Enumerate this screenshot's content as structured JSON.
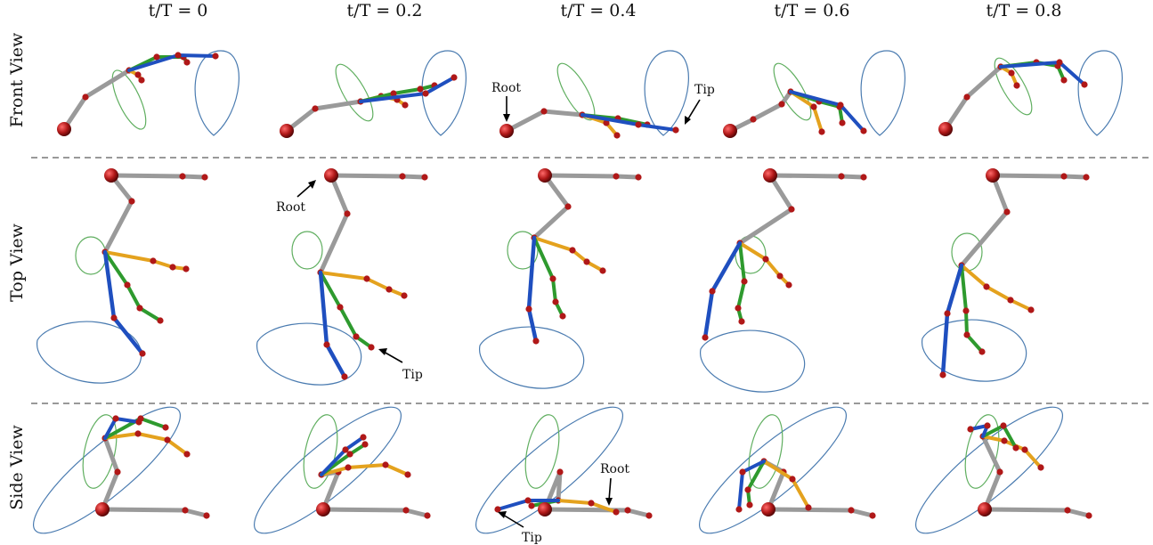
{
  "columns": [
    "t/T = 0",
    "t/T = 0.2",
    "t/T = 0.4",
    "t/T = 0.6",
    "t/T = 0.8"
  ],
  "rows": [
    "Front View",
    "Top View",
    "Side View"
  ],
  "annotations": {
    "root": "Root",
    "tip": "Tip"
  },
  "colors": {
    "proximal": "#9a9a9a",
    "leg_blue": "#1f4fbf",
    "leg_green": "#2e9a2e",
    "leg_orange": "#e4a21e",
    "joint": "#b01818",
    "trajectory_blue": "#4a7bb0",
    "trajectory_green": "#5fae5f",
    "divider": "#999999"
  }
}
